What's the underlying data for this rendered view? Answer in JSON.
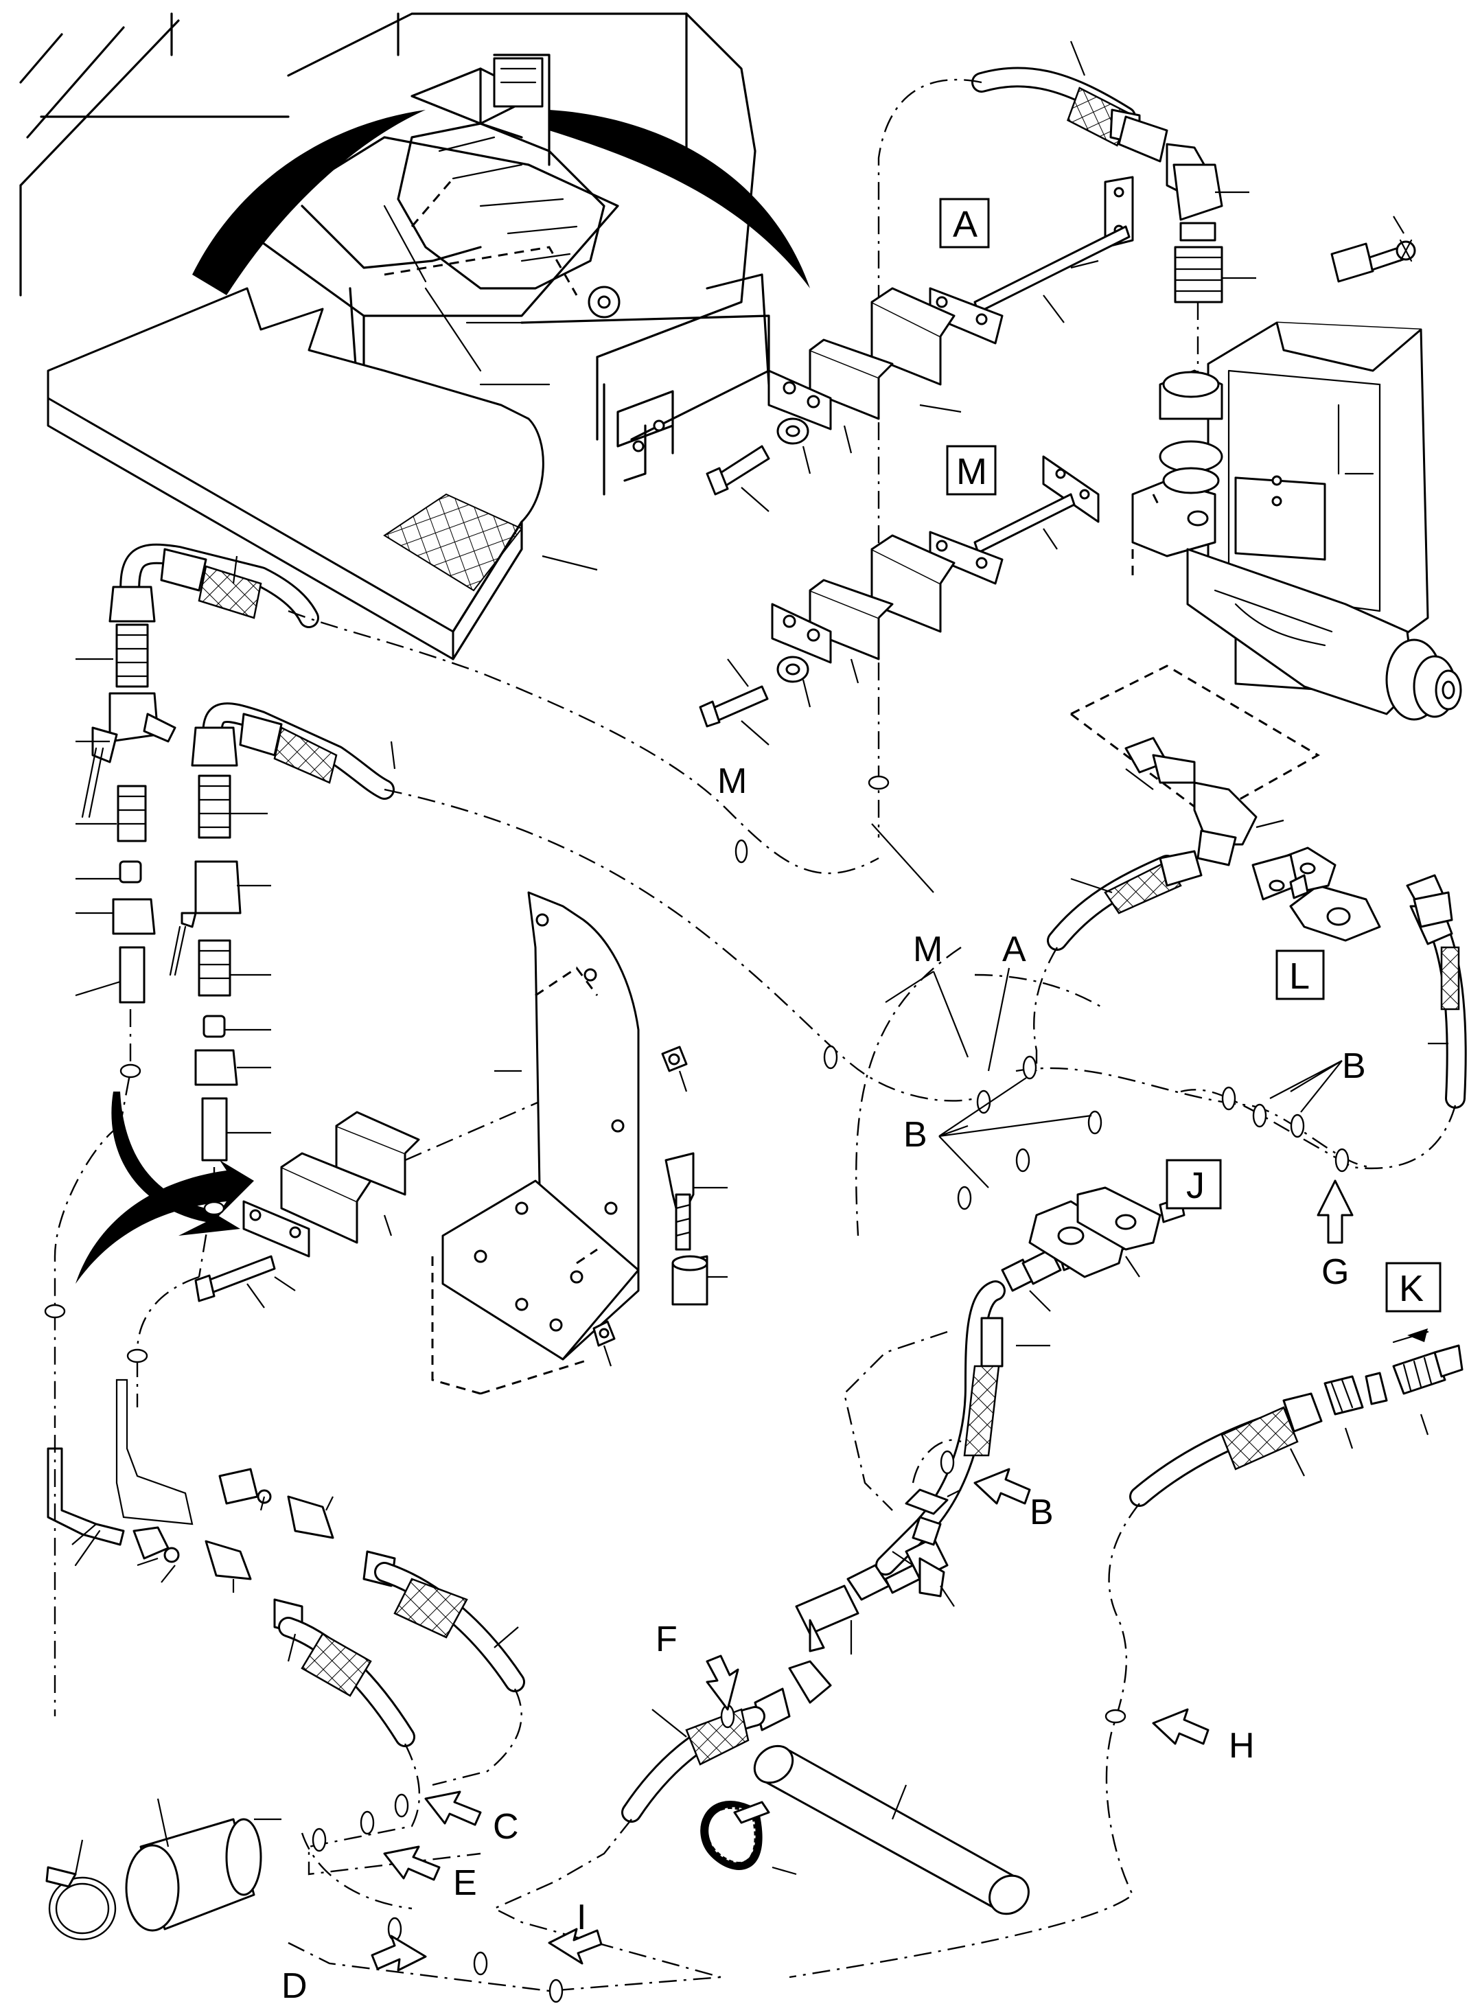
{
  "diagram": {
    "detail_labels": {
      "A": "A",
      "M": "M",
      "J": "J",
      "K": "K",
      "L": "L"
    },
    "callout_letters": {
      "M1": "M",
      "M2": "M",
      "A1": "A",
      "B1": "B",
      "B2": "B",
      "B3": "B",
      "G": "G",
      "H": "H",
      "F": "F",
      "C": "C",
      "E": "E",
      "D": "D",
      "I": "I"
    }
  }
}
